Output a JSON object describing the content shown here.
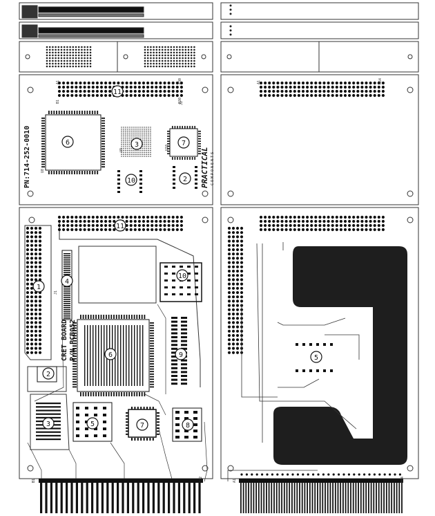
{
  "part_number_label": "PN:714-252-0010",
  "brand_name": "PRACTICAL",
  "brand_sub": "COMPONENTS",
  "board_title": "CRET BOARD",
  "board_pn": "P/N PCB052",
  "pin_labels": {
    "a1": "A1",
    "a30": "A30",
    "b1": "B1",
    "b30": "B30",
    "b1_edge": "B1",
    "b32_edge": "B32",
    "a1_right": "A1",
    "a64": "A64",
    "a1_left": "A1",
    "b64": "B64"
  },
  "components": {
    "top": [
      "11",
      "6",
      "3",
      "7",
      "10",
      "2"
    ],
    "main": [
      "1",
      "4",
      "11",
      "10",
      "6",
      "9",
      "2",
      "3",
      "5",
      "7",
      "8"
    ],
    "right": [
      "5"
    ]
  },
  "ref_labels": {
    "u9": "U9",
    "u10": "U10",
    "u8": "U8",
    "j1": "J1",
    "j2": "J2"
  },
  "colors": {
    "ink": "#1a1a1a",
    "board": "#ffffff",
    "copper": "#222222"
  }
}
